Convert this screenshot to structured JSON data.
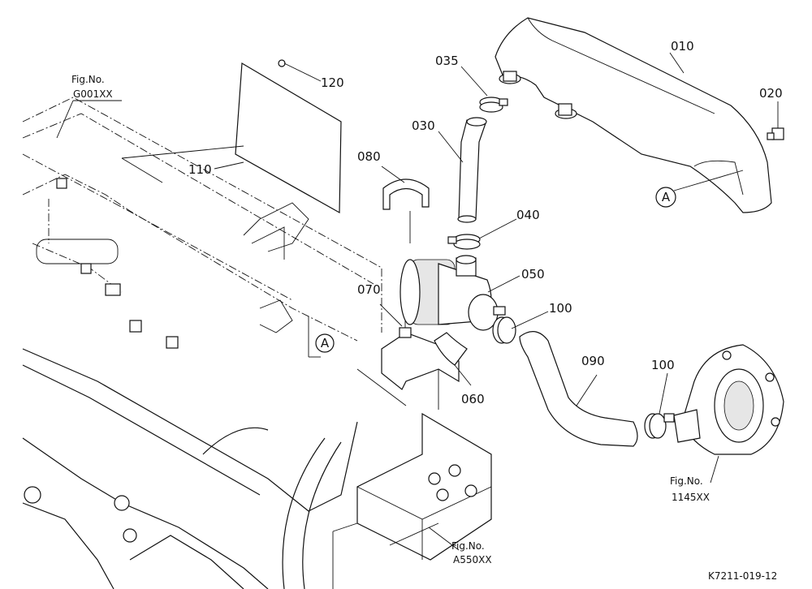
{
  "drawing_code": "K7211-019-12",
  "figure_refs": [
    {
      "prefix": "Fig.No.",
      "code": "G001XX"
    },
    {
      "prefix": "Fig.No.",
      "code": "A550XX"
    },
    {
      "prefix": "Fig.No.",
      "code": "1145XX"
    }
  ],
  "part_numbers": {
    "p010": "010",
    "p020": "020",
    "p030": "030",
    "p035": "035",
    "p040": "040",
    "p050": "050",
    "p060": "060",
    "p070": "070",
    "p080": "080",
    "p090": "090",
    "p100a": "100",
    "p100b": "100",
    "p110": "110",
    "p120": "120"
  },
  "callouts": {
    "a1": "A",
    "a2": "A"
  }
}
